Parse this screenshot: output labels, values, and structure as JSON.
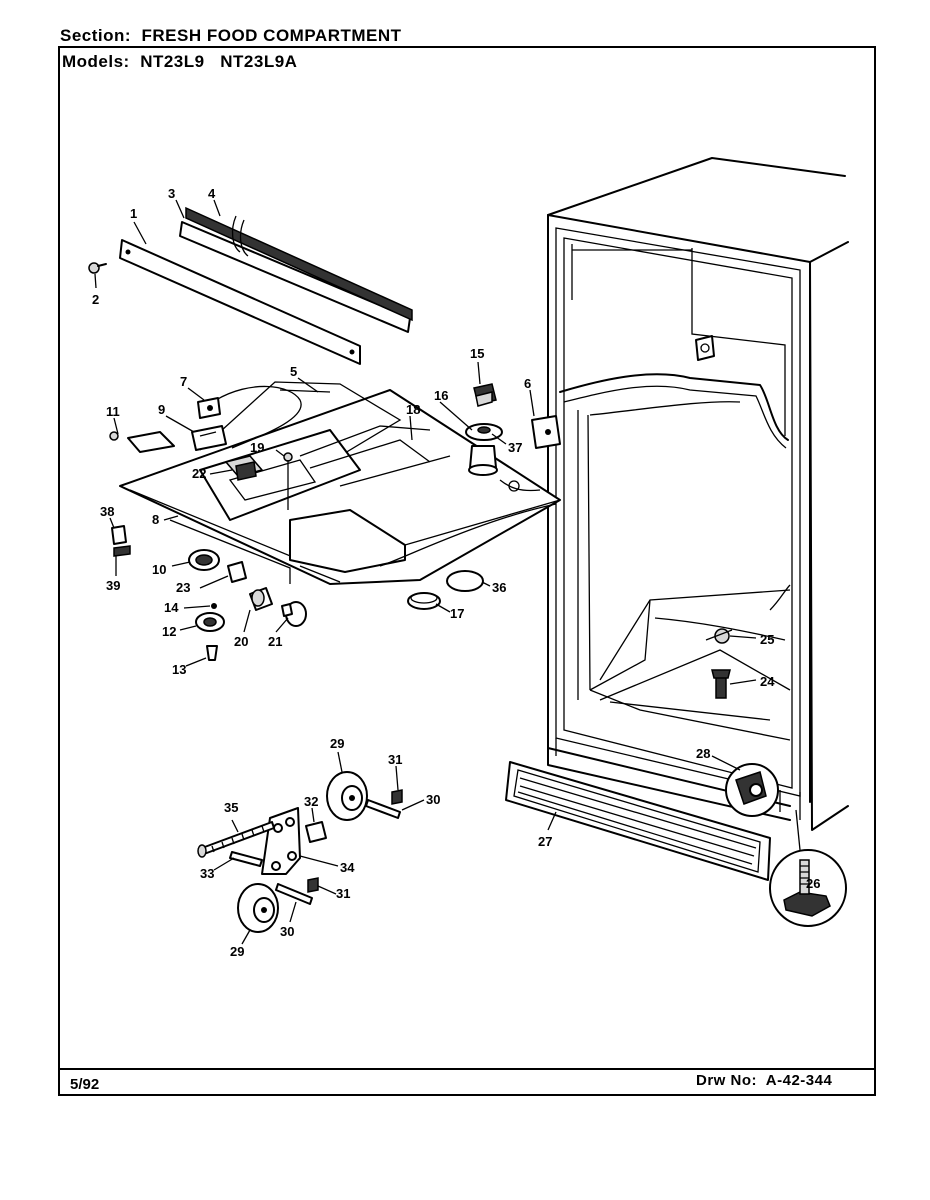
{
  "header": {
    "section_label": "Section:",
    "section_value": "FRESH FOOD COMPARTMENT",
    "models_label": "Models:",
    "models_value": "NT23L9   NT23L9A"
  },
  "footer": {
    "date": "5/92",
    "drawing_label": "Drw No:",
    "drawing_number": "A-42-344"
  },
  "callouts": [
    "1",
    "2",
    "3",
    "4",
    "5",
    "6",
    "7",
    "8",
    "9",
    "10",
    "11",
    "12",
    "13",
    "14",
    "15",
    "16",
    "17",
    "18",
    "19",
    "20",
    "21",
    "22",
    "23",
    "24",
    "25",
    "26",
    "27",
    "28",
    "29",
    "29",
    "30",
    "30",
    "31",
    "31",
    "32",
    "33",
    "34",
    "35",
    "36",
    "37",
    "38",
    "39"
  ]
}
